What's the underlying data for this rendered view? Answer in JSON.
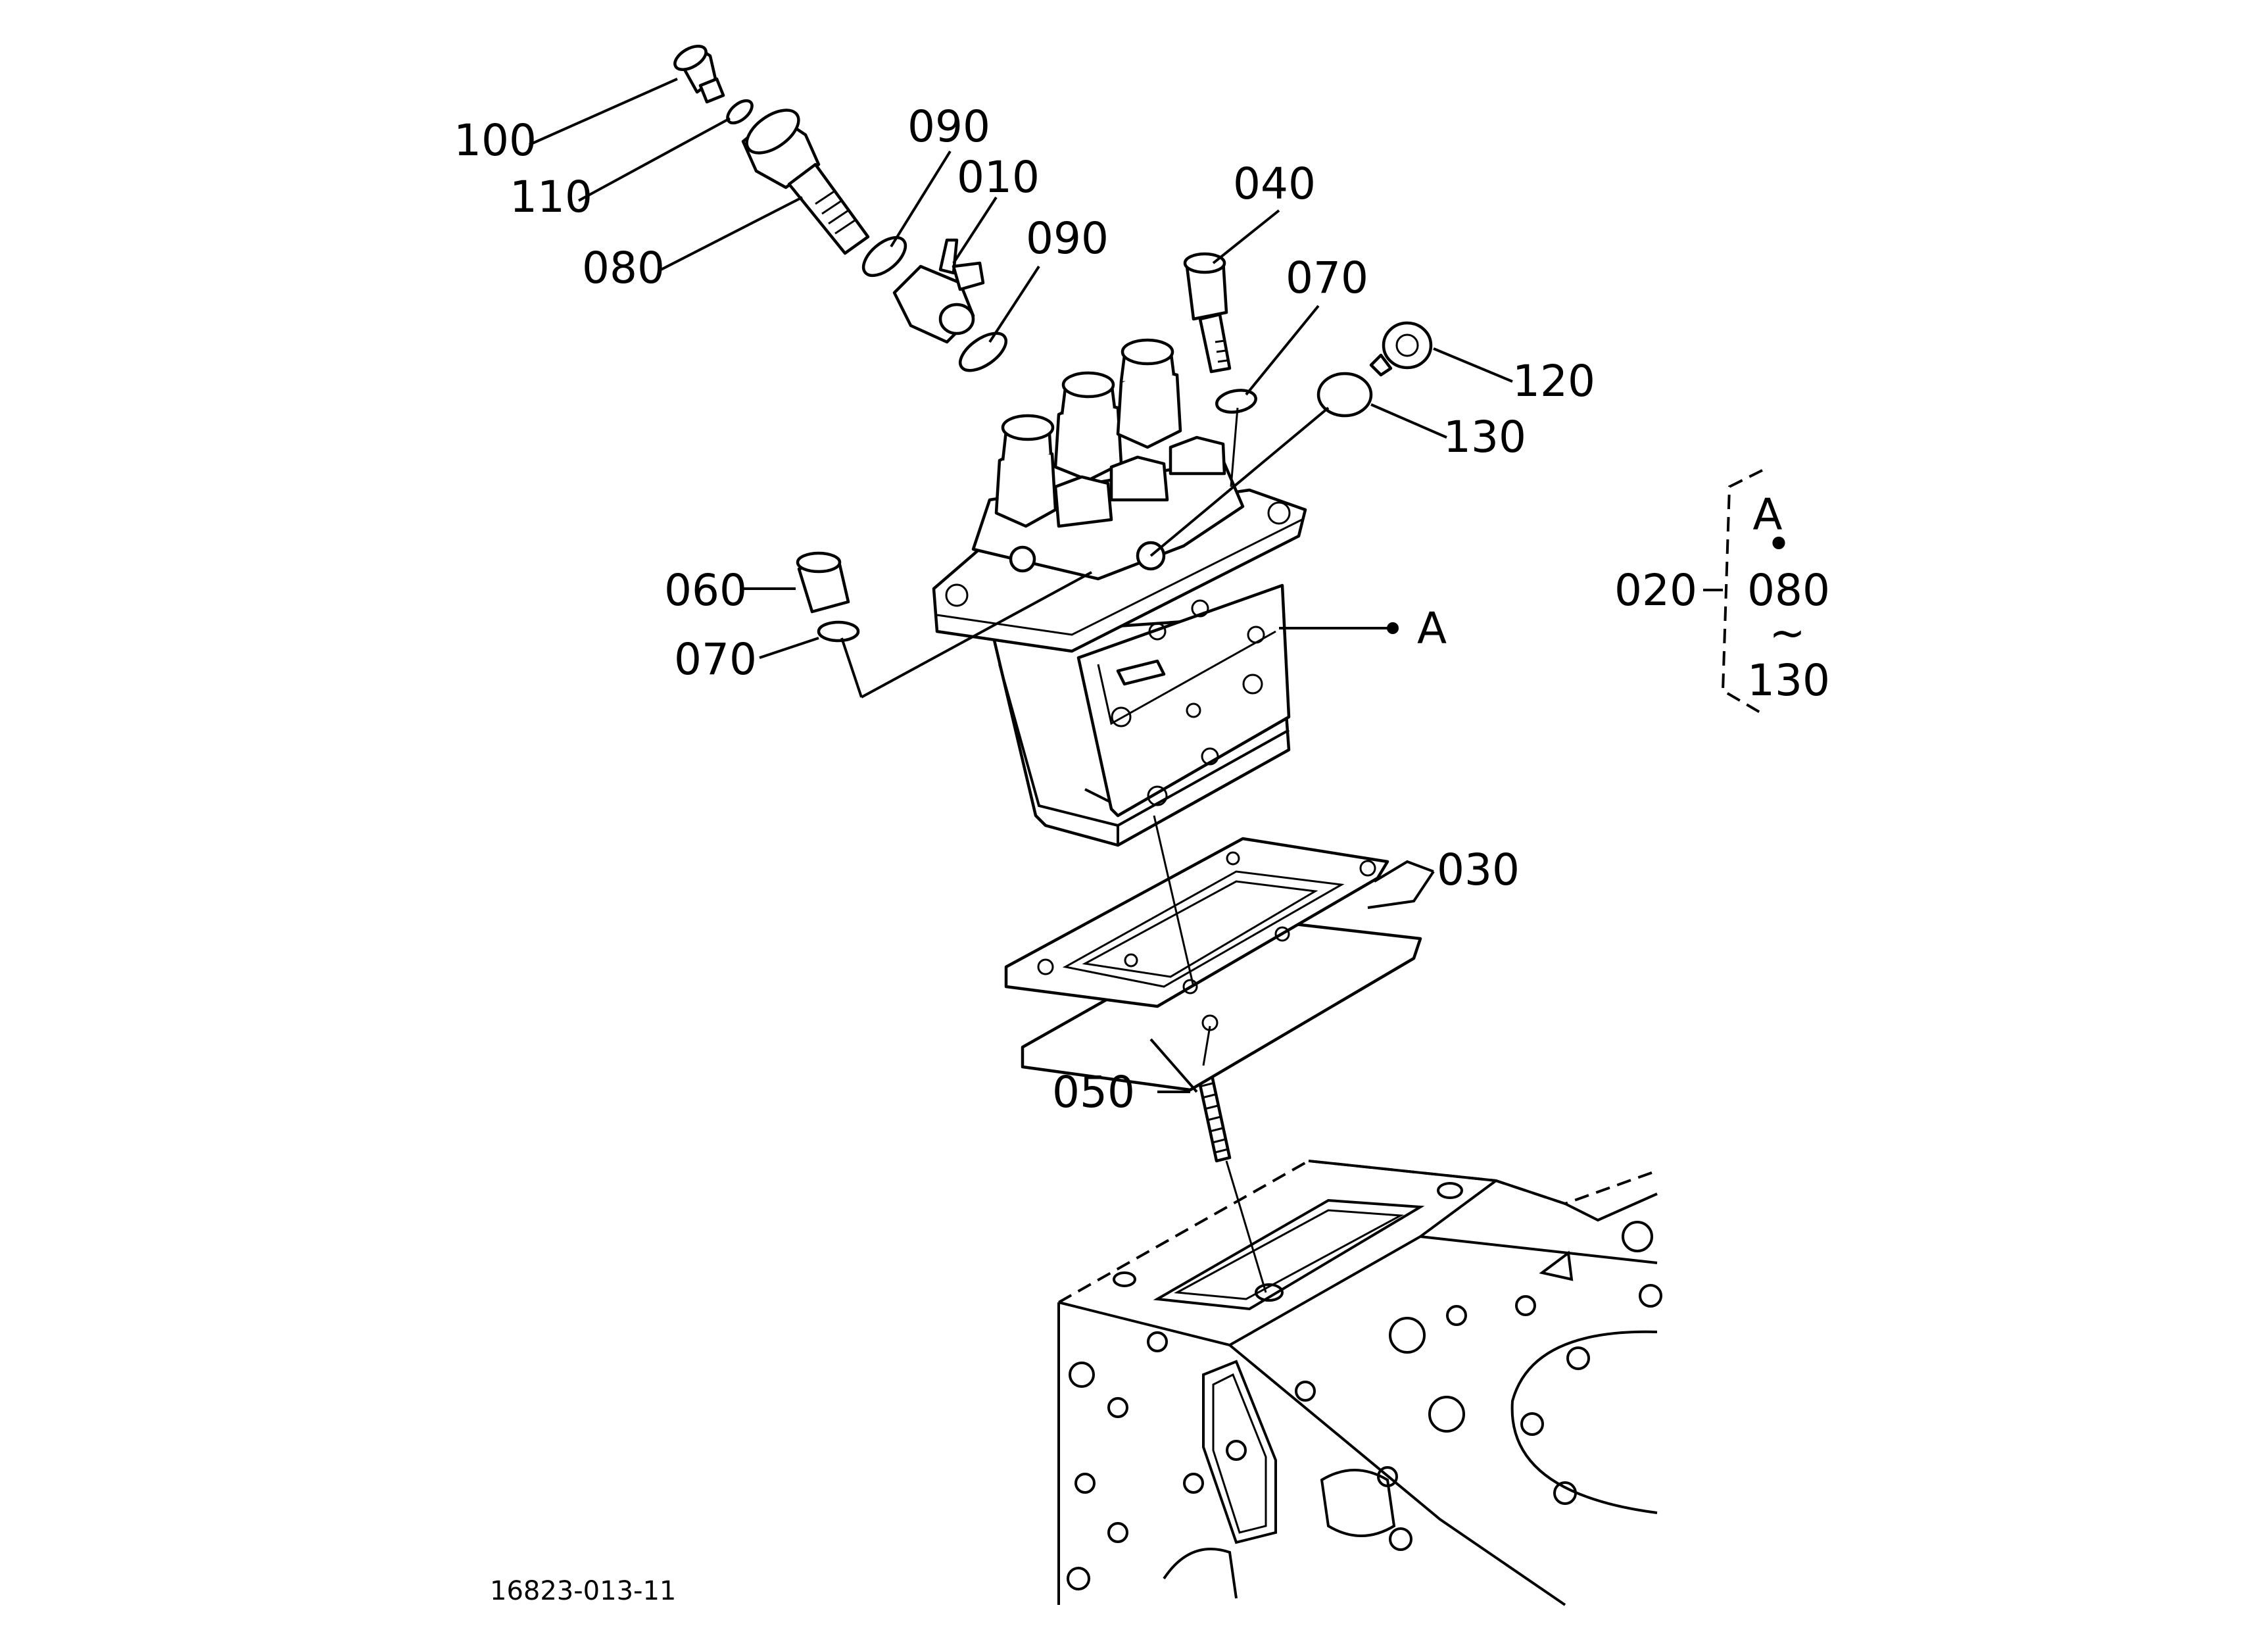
{
  "diagram": {
    "drawing_number": "16823-013-11",
    "callouts": {
      "p100": "100",
      "p110": "110",
      "p080": "080",
      "p090a": "090",
      "p010": "010",
      "p090b": "090",
      "p040": "040",
      "p070a": "070",
      "p120": "120",
      "p130": "130",
      "p060": "060",
      "p070b": "070",
      "pA": "A",
      "p030": "030",
      "p050": "050",
      "p020": "020"
    },
    "kit_legend": {
      "letter": "A",
      "dot": "•",
      "from": "080",
      "tilde": "~",
      "to": "130"
    }
  }
}
